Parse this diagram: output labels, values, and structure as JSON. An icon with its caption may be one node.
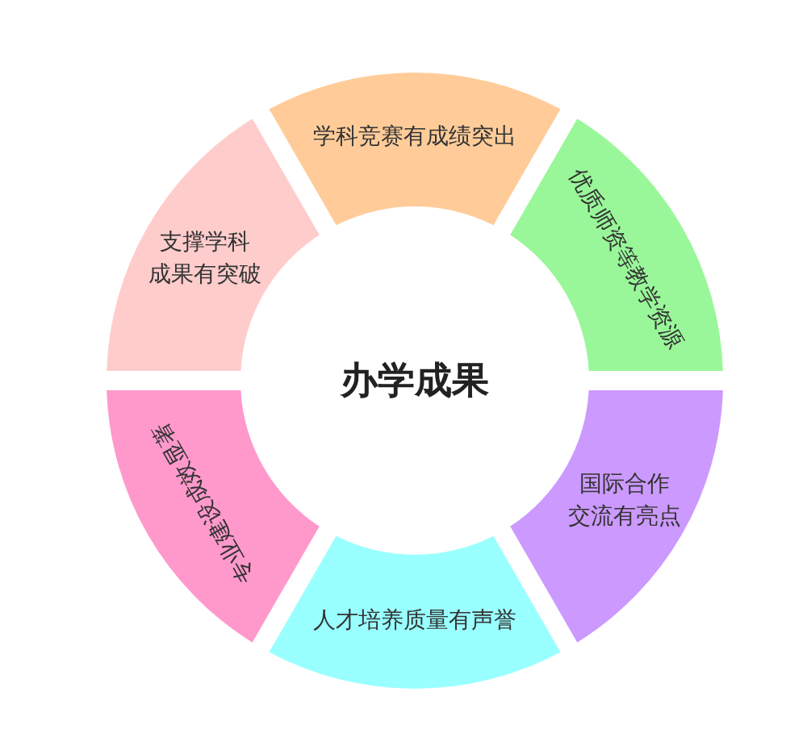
{
  "diagram": {
    "title": "办学成果",
    "nodes": [
      {
        "text": [
          "学科竞赛有成绩突出"
        ]
      },
      {
        "text": [
          "优质师资等教学资源"
        ]
      },
      {
        "text": [
          "国际合作交流有亮点"
        ]
      },
      {
        "text": [
          "人才培养质量有声誉"
        ]
      },
      {
        "text": [
          "专业建设成效显著"
        ]
      },
      {
        "text": [
          "支撑学科成果有突破"
        ]
      }
    ]
  }
}
